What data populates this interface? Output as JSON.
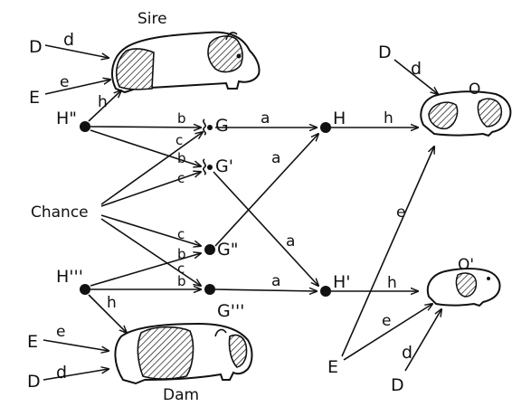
{
  "labels": {
    "sire": "Sire",
    "dam": "Dam",
    "chance": "Chance",
    "D": "D",
    "E": "E",
    "d": "d",
    "e": "e",
    "h": "h",
    "a": "a",
    "b": "b",
    "c": "c",
    "H_sire": "H\"",
    "H_dam": "H'''",
    "H": "H",
    "H_prime": "H'",
    "G": "G",
    "G_prime": "G'",
    "G_dprime": "G\"",
    "G_tprime": "G'''",
    "O": "O",
    "O_prime": "O'"
  },
  "colors": {
    "ink": "#111111",
    "background": "#ffffff"
  }
}
